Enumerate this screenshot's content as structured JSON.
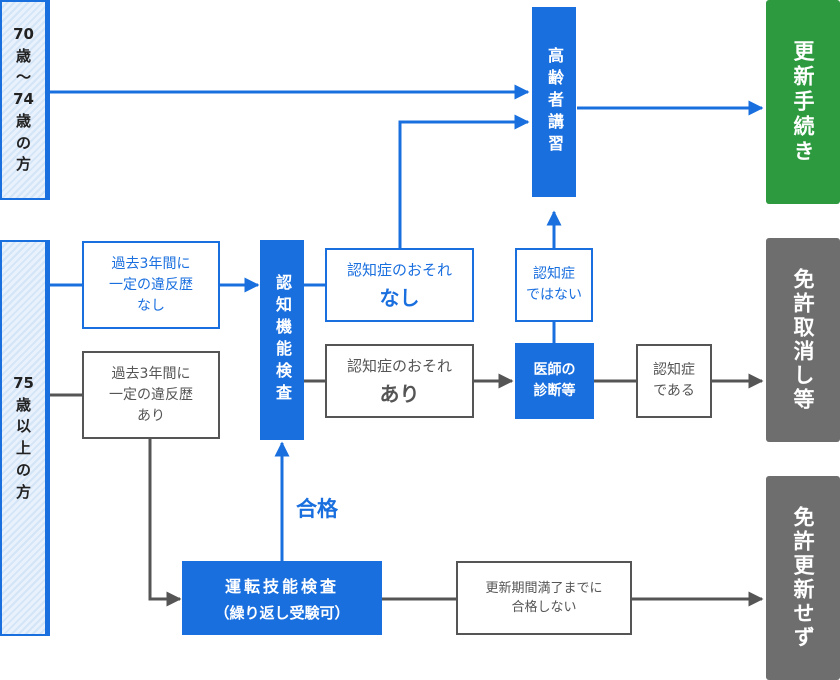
{
  "groups": {
    "age_70_74": "70\n歳\n〜\n74\n歳\nの\n方",
    "age_75_plus": "75\n歳\n以\n上\nの\n方"
  },
  "history_none": "過去3年間に\n一定の違反歴\nなし",
  "history_yes": "過去3年間に\n一定の違反歴\nあり",
  "cognitive_test": "認知機能検査",
  "risk_none": {
    "small": "認知症のおそれ",
    "big": "なし"
  },
  "risk_yes": {
    "small": "認知症のおそれ",
    "big": "あり"
  },
  "senior_course": "高齢者講習",
  "not_dementia": "認知症\nではない",
  "doctor_diagnosis": "医師の\n診断等",
  "is_dementia": "認知症\nである",
  "driving_test": {
    "line1": "運転技能検査",
    "line2": "（繰り返し受験可）"
  },
  "passed": "合格",
  "not_passed": "更新期間満了までに\n合格しない",
  "results": {
    "renewal": "更新手続き",
    "revocation": "免許取消し等",
    "no_renewal": "免許更新せず"
  },
  "colors": {
    "blue": "#1a6fdf",
    "green": "#2e9a40",
    "gray_box": "#6e6e6e",
    "gray_line": "#555555"
  }
}
